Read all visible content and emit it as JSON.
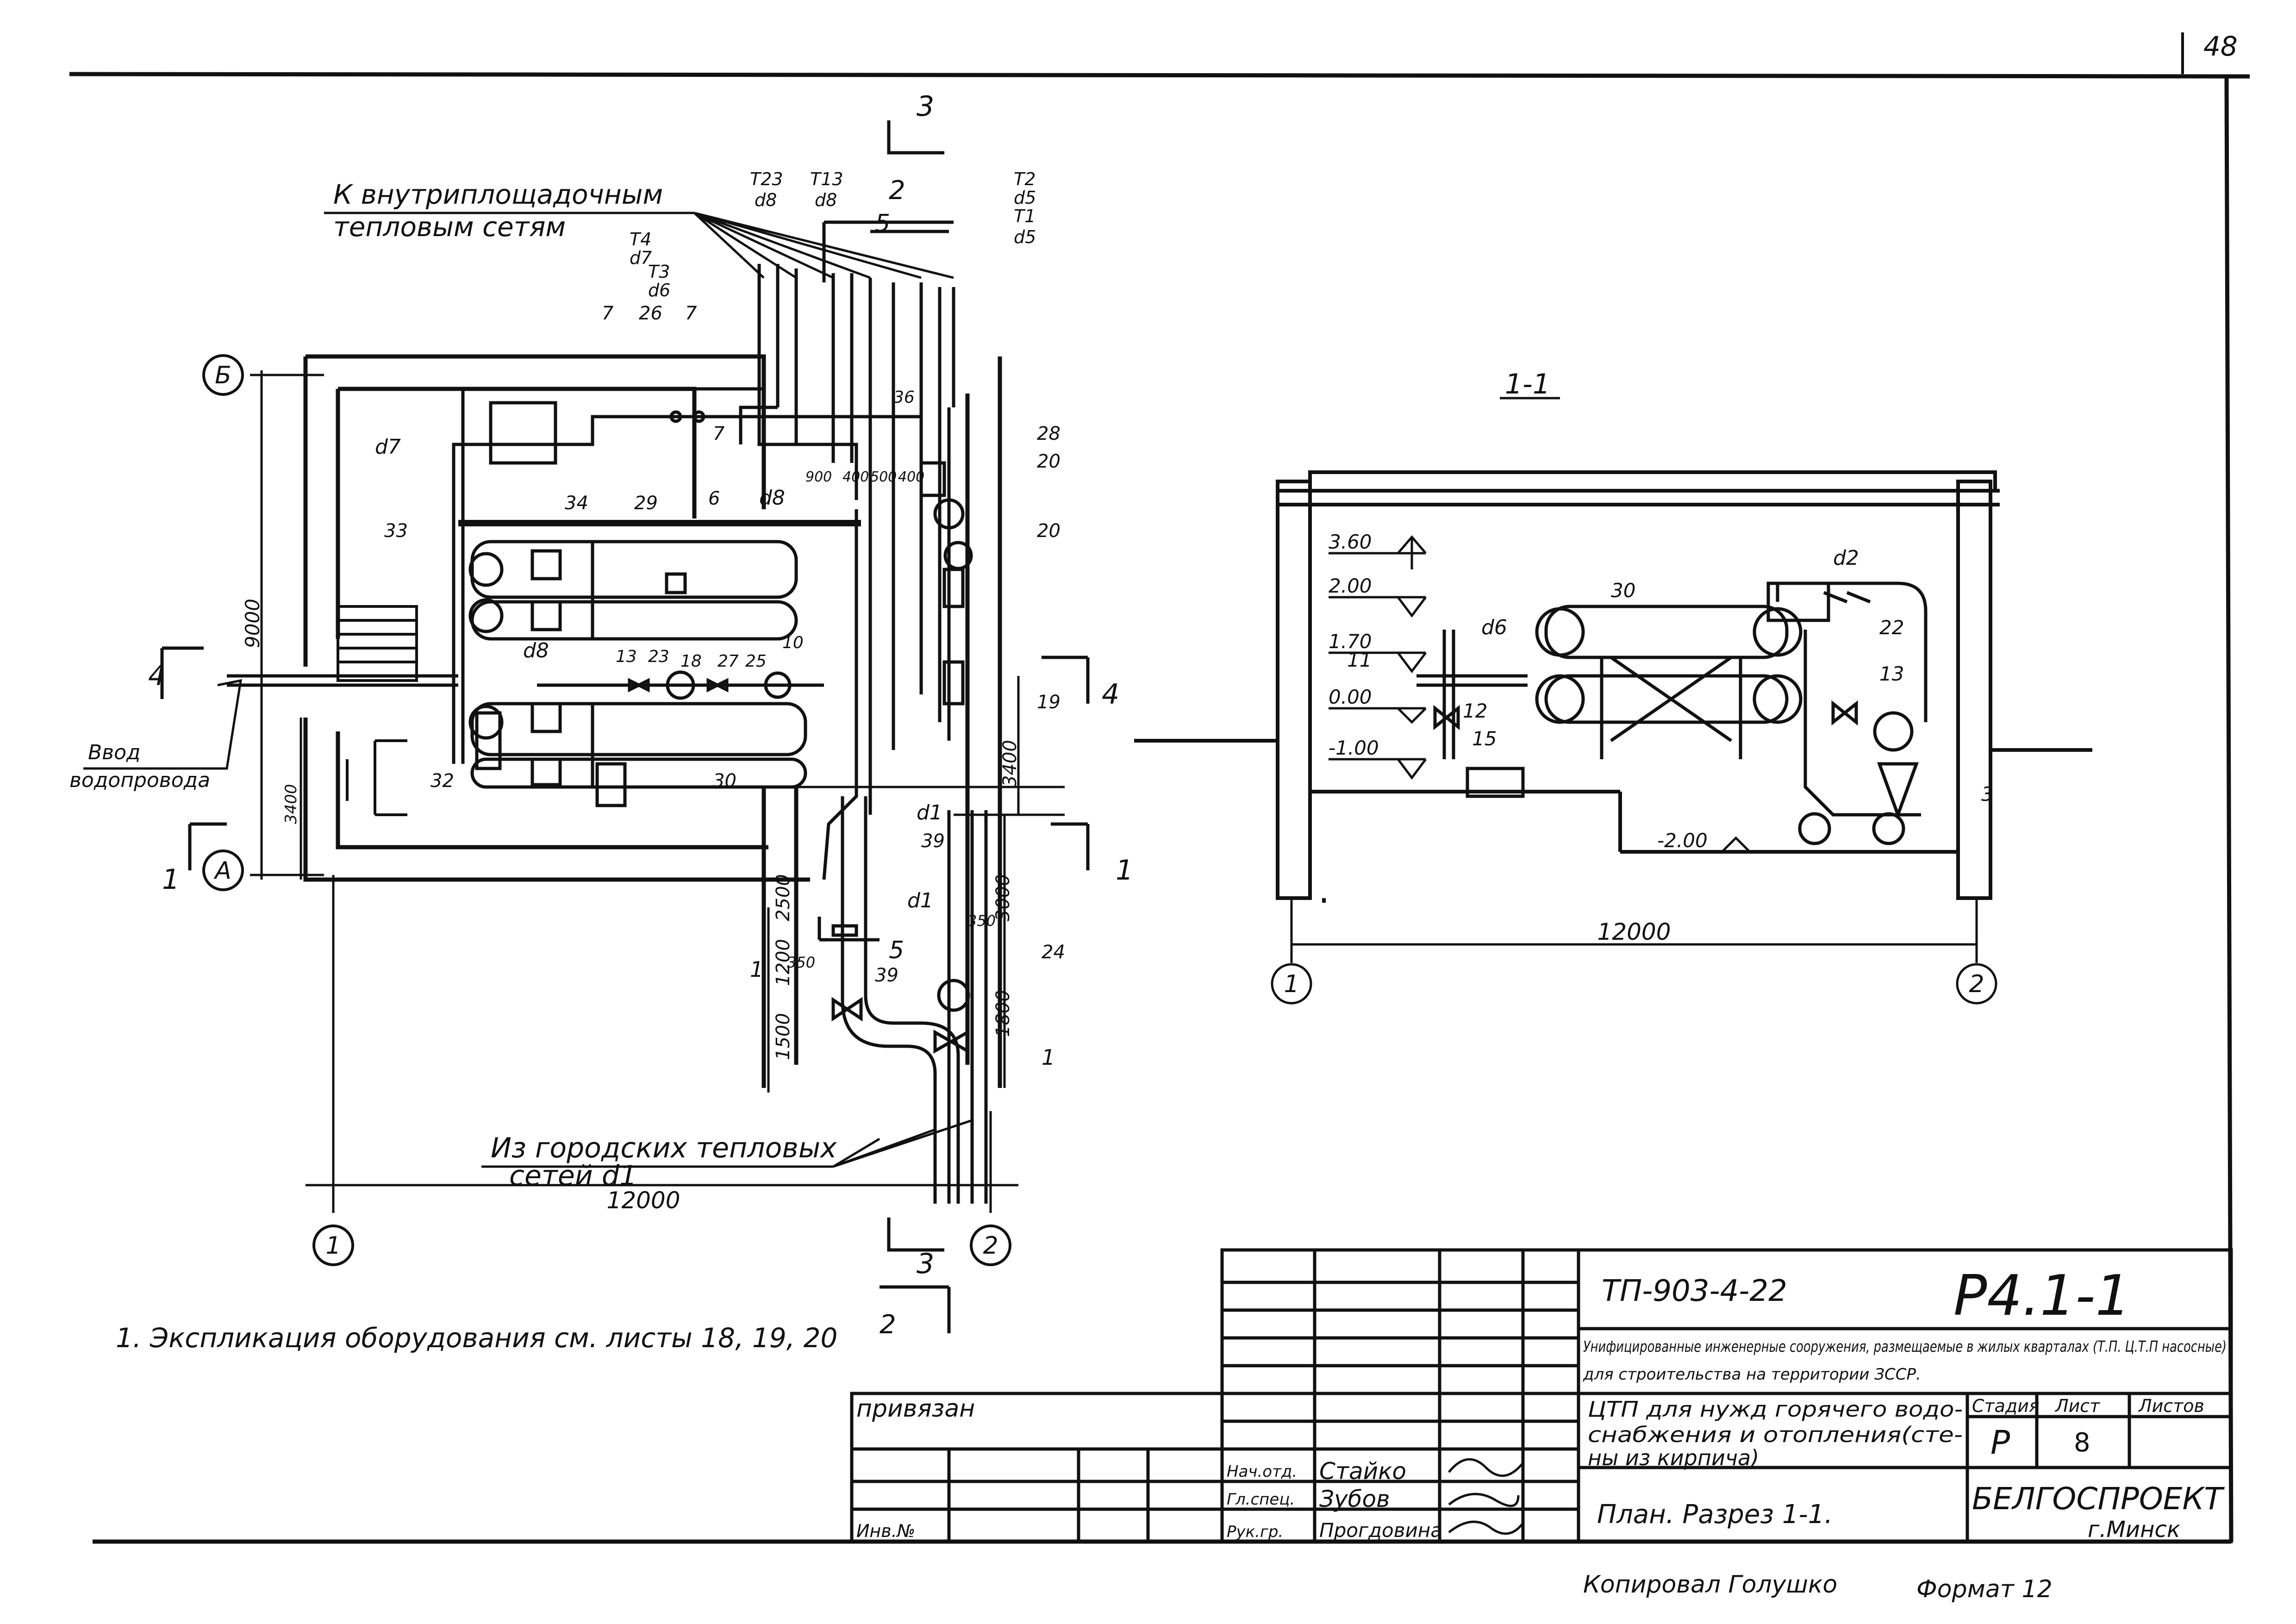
{
  "sheet": {
    "page_number": "48",
    "note": "1. Экспликация оборудования см. листы 18, 19, 20",
    "copied_by": "Копировал  Голушко",
    "format": "Формат 12"
  },
  "plan": {
    "top_callout_line1": "К внутриплощадочным",
    "top_callout_line2": "тепловым сетям",
    "bottom_callout_line1": "Из городских тепловых",
    "bottom_callout_line2": "сетей d1",
    "water_inlet_line1": "Ввод",
    "water_inlet_line2": "водопровода",
    "axis_left": "1",
    "axis_right": "2",
    "axis_top": "Б",
    "axis_bottom": "А",
    "width_dim": "12000",
    "height_dim": "9000",
    "dim_3400_left": "3400",
    "dim_3400_right": "3400",
    "dim_2500": "2500",
    "dim_1200": "1200",
    "dim_1500": "1500",
    "dim_3000": "3000",
    "dim_1800": "1800",
    "dim_350a": "350",
    "dim_350b": "350",
    "dims_top": [
      "900",
      "400",
      "500",
      "400"
    ],
    "section_marks": [
      "3",
      "3",
      "2",
      "2",
      "5",
      "5",
      "4",
      "4",
      "1",
      "1"
    ],
    "pipe_labels": [
      {
        "code": "Т23",
        "d": "d8"
      },
      {
        "code": "Т13",
        "d": "d8"
      },
      {
        "code": "Т2",
        "d": "d5"
      },
      {
        "code": "Т1",
        "d": "d5"
      },
      {
        "code": "Т4",
        "d": "d7"
      },
      {
        "code": "Т3",
        "d": "d6"
      }
    ],
    "diam_labels": [
      "d7",
      "d8",
      "d8",
      "d1",
      "d1"
    ],
    "positions": [
      "7",
      "26",
      "7",
      "7",
      "36",
      "28",
      "20",
      "20",
      "34",
      "29",
      "6",
      "33",
      "13",
      "23",
      "18",
      "27",
      "25",
      "10",
      "19",
      "32",
      "30",
      "39",
      "39",
      "24",
      "1",
      "1"
    ]
  },
  "section": {
    "title": "1-1",
    "elev_360": "3.60",
    "elev_200": "2.00",
    "elev_170": "1.70",
    "elev_000": "0.00",
    "elev_m100": "-1.00",
    "elev_m200": "-2.00",
    "width_dim": "12000",
    "axis_left": "1",
    "axis_right": "2",
    "diam_labels": [
      "d2",
      "d6"
    ],
    "positions": [
      "30",
      "22",
      "13",
      "11",
      "12",
      "15",
      "3"
    ]
  },
  "title_block": {
    "doc_code": "ТП-903-4-22",
    "sheet_code": "Р4.1-1",
    "project_line1": "Унифицированные инженерные сооружения, размещаемые в жилых кварталах (Т.П. Ц.Т.П насосные)",
    "project_line2": "для строительства на территории ЗССР.",
    "object_line1": "ЦТП для нужд горячего водо-",
    "object_line2": "снабжения и отопления(сте-",
    "object_line3": "ны из кирпича)",
    "stage_header": "Стадия",
    "sheet_header": "Лист",
    "sheets_header": "Листов",
    "stage": "Р",
    "sheet_no": "8",
    "drawing_name": "План. Разрез 1-1.",
    "org_name": "БЕЛГОСПРОЕКТ",
    "org_city": "г.Минск",
    "tied": "привязан",
    "inv_no": "Инв.№",
    "roles": [
      {
        "role": "Нач.отд.",
        "name": "Стайко"
      },
      {
        "role": "Гл.спец.",
        "name": "Зубов"
      },
      {
        "role": "Рук.гр.",
        "name": "Прогдовина"
      }
    ]
  }
}
